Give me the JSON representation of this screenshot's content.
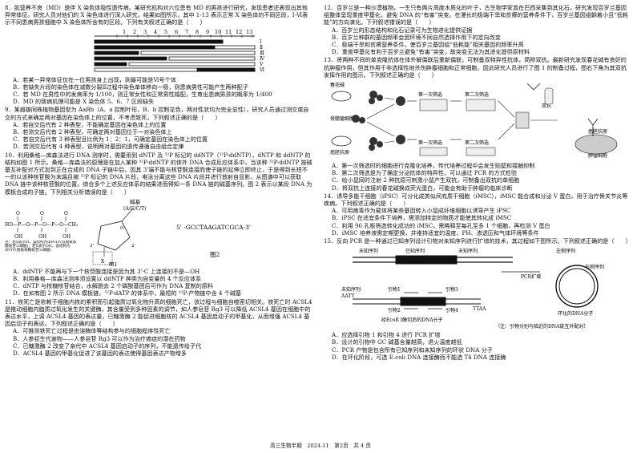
{
  "q8": {
    "stem": "8．肌营养不良（MD）是伴 X 染色体隐性遗传病。某研究机构对六位患有 MD 的男孩进行研究，发现患者还表现出其他异常体征。研究人员对他们的 X 染色体进行深入研究，结果如图所示，其中 1-13 表示正常 X 染色体的不同区段，Ⅰ-Ⅵ表示不同患病男孩细胞中 X 染色体所含有的区段。下列有关叙述正确的是（　　）",
    "fig_numbers": [
      "1",
      "2",
      "3",
      "4",
      "5",
      "6",
      "7",
      "8",
      "9",
      "10",
      "11",
      "12",
      "13"
    ],
    "fig_rows": [
      "Ⅰ",
      "Ⅱ",
      "Ⅲ",
      "Ⅳ",
      "Ⅴ",
      "Ⅵ"
    ],
    "options": [
      "A．若某一异常体征仅在一位男孩身上出现，则最可能是Ⅵ号个体",
      "B．若缺失片段的染色体在减数分裂Ⅱ过程中染色单体移向一极，则患病男性可能产生两种配子",
      "C．若 MD 在男性中的发病率为 1/100，则正常女性和正常男性婚配，生育出患病男孩的概率为 1/400",
      "D．MD 的致病机理可能是 X 染色体 5、6、7 区段缺失"
    ]
  },
  "q9": {
    "stem": "9．某雌雄同株植物基因型为 AaBb（A、a 控制叶形，B、b 控制花色，两对性状均为完全显性），研究人员通过测交或自交的方式来确定两对基因在染色体上的位置，不考虑致死，下列叙述正确的是（　　）",
    "options": [
      "A．若自交后代有 2 种表型，不能确定基因在染色体上的位置",
      "B．若测交后代有 2 种表型，可确定两对基因位于一对染色体上",
      "C．若自交后代有 3 种表型且比例为 1：2：1，可确定基因在染色体上的位置",
      "D．若测交后代有 4 种表型，说明两对基因的遗传遵循自由组合定律"
    ]
  },
  "q10": {
    "stem": "10．利用桑格—库森法进行 DNA 测序时，需要用到 dNTP 及 ³²P 标记的 ddNTP（³²P-ddNTP），dNTP 和 ddNTP 的结构如图 1 所示。桑格—库森法的原理是在加入某种 ³²P-ddNTP 的体外 DNA 合成反应体系中，当该种 ³²P-ddNTP 按碱基互补配对方式加到正在合成的 DNA 子链中后，因其 3'端不能与核苷酸连接而使子链的延伸立即终止，于是得到长短不一的以该种核苷酸为末端且被 ³²P 标记的 DNA 片段，电泳分离这些 DNA 片段并进行放射自显影，从图谱中可以获取 DNA 链中该种核苷酸的位置。综合多个上述反应体系的结果进而得知一条 DNA 链的碱基序列。图 2 表示以某段 DNA 为模板合成的子链。下列相关分析错误的是（　　）",
    "fig_base": "碱基",
    "fig_base2": "(A/G/C/T)",
    "fig_legend": "注：若X表示H，该结构为ddNTP(双脱氧核糖核苷三磷酸)；若X表示OH，该结构为dNTP(脱氧核糖核苷三磷酸)",
    "fig1_label": "图1",
    "fig2_label": "图2",
    "fig2_seq": "5'  -GCCTAAGATCGCA-3'",
    "options": [
      "A．ddNTP 不能再与下一个核苷酸连接是因为其 3'-C 上连接的不是—OH",
      "B．利用桑格—库森法测序须设置以 ddNTP 种类为自变量的 4 个反应体系",
      "C．dNTP 与核糖核苷结合，水解脱去 2 个磷酸基团后可作为 DNA 复制的原料",
      "D．在如有图 2 所示 DNA 模板链，³²P-dATP 的体系中，最短的 ³²P-产物链中含 4 个碱基"
    ]
  },
  "q11": {
    "stem": "11．铁死亡是依赖于细胞内铁的累积而引起脂质过氧化物升高的细胞死亡，该过程与细胞自噬密切相关。铁死亡时 ACSL4 是推动细胞内脂质过氧化发生的关键酶，其含量受到多种因素的调节，如人参皂苷 Rg3 可以降低 ACSL4 基因在细胞中的表达水平，上调 ACSL4 基因的表达量，已糖激酶 2 能促进细胞核的 ACSL4 基因启动子的甲基化，从而增强 ACSL4 基因启动子的表达。下列叙述正确的是（　　）",
    "options": [
      "A．可推测铁死亡过程是由溶酶体等结构参与的细胞程序性死亡",
      "B．人参初生代谢物——人参皂苷 Rg3 可以作为治疗癌症的潜在药物",
      "C．已糖激酶 2 改变了亲代中 ACSL4 基因启动子的序列，不能遗传给子代",
      "D．ACSL4 基因的甲基化促进了该基因的表达使得基因表达产物增多"
    ]
  },
  "q12": {
    "stem": "12．百岁兰是一种沙漠植物，一生只有两片高度木质化的叶子，古生物学家曾在巴西采集到其化石。研究发现百岁兰基因组整体呈现重度甲基化，避免 DNA 的“有害”突变。在漫长的极端干旱和贫瘠的营养条件下，百岁兰基因组朝着小且“低耗能”的方向演化。下列叙述错误的是（　　）",
    "options": [
      "A．百岁兰的形态结构和化石记录可为生物进化提供证据",
      "B．百岁兰种群的基因频率会因环境不同自然选择作用下的定向改变",
      "C．极端干旱和贫瘠营养条件，使百岁兰基因组“低耗能”相关基因的频率升高",
      "D．重度甲基化有利于百岁兰避免“有害”突变，故突变无法为其进化提供原材料"
    ]
  },
  "q13": {
    "stem": "13．将两种不同的单克隆抗体在体外解偶联后重新偶联，可制备双特异性抗体，简称双抗。最新研究发现春花碱有良好的抗肿瘤作用，但其作用于非选择性地杀伤肿瘤细胞和正常细胞。因此研究人员进行了图 1 的制备过程，图右下角为其双抗发挥作用的图示。下列叙述正确的是（　　）",
    "fig_labels": {
      "a": "春花碱",
      "b": "骨髓瘤细胞",
      "c": "癌胚抗原",
      "d": "第一次筛选",
      "e": "第二次筛选",
      "f": "双抗",
      "g": "第一次筛选",
      "h": "第二次筛选",
      "i": "肿瘤细胞",
      "j": "癌胚抗原"
    },
    "options": [
      "A．第一次筛选时的细胞进行克隆化培养，传代培养过程中会发生贴壁和接触抑制",
      "B．第二次筛选是为了确定分泌抗体的特异性，可以通过 PCR 的方式检验",
      "C．给小鼠同时注射 2 种抗原可刺激小鼠产生双抗，可制备出双抗的单细胞",
      "D．将双抗上连接的春花碱换成荧光蛋白，可能会有助于肿瘤的临床诊断"
    ]
  },
  "q14": {
    "stem": "14．诱导多能干细胞（iPSC）可分化成类似间充质干细胞（iMSC），iMSC 能合成和分泌 V 蛋白，用于治疗骨关节炎等疾病。下列叙述正确的是（　　）",
    "options": [
      "A．可用病毒作为载体将某些基因转入小鼠成纤维细胞以诱导产生 iPSC",
      "B．iPSC 在适宜条件下培养，需添加特定的物质才能使其转化成 iMSC",
      "C．利用 96 孔板筛选转化成功的 iMSC，需稀释至每孔至多 1 个细胞，再检测 V 蛋白",
      "D．iMSC 培养液需定期更换，并维持适宜的温度、PH、渗透压和气体环境等条件"
    ]
  },
  "q15": {
    "stem": "15．反向 PCR 是一种通过已知序列设计引物对未知序列进行扩增的技术，其过程如下图所示。下列叙述正确的是（　　）",
    "fig_unknown1": "未知序列",
    "fig_known": "已知序列",
    "fig_unknown2": "未知序列",
    "fig_left_seq": "左侧序列",
    "fig_right_seq": "右侧序列",
    "fig_aatt": "AATT",
    "fig_ttaa": "TTAA",
    "fig_p1": "引物1",
    "fig_p2": "引物2",
    "fig_p3": "引物3",
    "fig_p4": "引物4",
    "fig_pcr": "PCR扩增",
    "fig_circle": "环化的DNA分子",
    "fig_frag": "经EcoR I酶切后的DNA分子",
    "fig_note": "（注：引物分别与临近的DNA链互补配对）",
    "options": [
      "A．应选择引物 1 和引物 4 进行 PCR 扩增",
      "B．设计的引物中 GC 碱基含量越高，退火温度越低",
      "C．PCR 产物是包含所有已知序列和未知序列的环状 DNA 分子",
      "D．在环化阶段，可选 E.coli DNA 连接酶而不能选 T4 DNA 连接酶"
    ]
  },
  "footer": "高三生物半期　2024-11　第2页　共 4 页"
}
